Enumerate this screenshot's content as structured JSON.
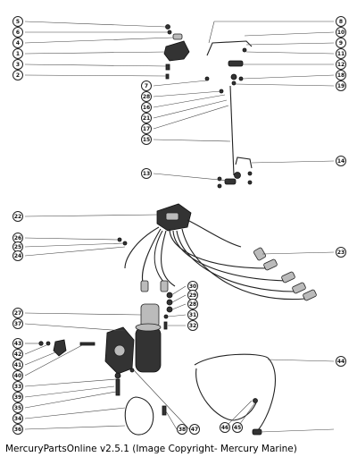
{
  "caption": "MercuryPartsOnline v2.5.1 (Image Copyright- Mercury Marine)",
  "callouts": [
    "5",
    "6",
    "4",
    "1",
    "3",
    "2",
    "8",
    "10",
    "9",
    "11",
    "12",
    "18",
    "19",
    "7",
    "28",
    "16",
    "21",
    "17",
    "15",
    "14",
    "13",
    "22",
    "26",
    "25",
    "24",
    "23",
    "30",
    "29",
    "28",
    "31",
    "32",
    "27",
    "37",
    "43",
    "42",
    "41",
    "40",
    "33",
    "39",
    "35",
    "34",
    "36",
    "38",
    "47",
    "46",
    "45",
    "44"
  ],
  "icons": {
    "distributor_cap": "distributor-cap-icon",
    "ignition_coil": "ignition-coil-icon",
    "spark_plug_wires": "spark-plug-wire-harness-icon",
    "ground_wire": "ground-wire-icon"
  }
}
